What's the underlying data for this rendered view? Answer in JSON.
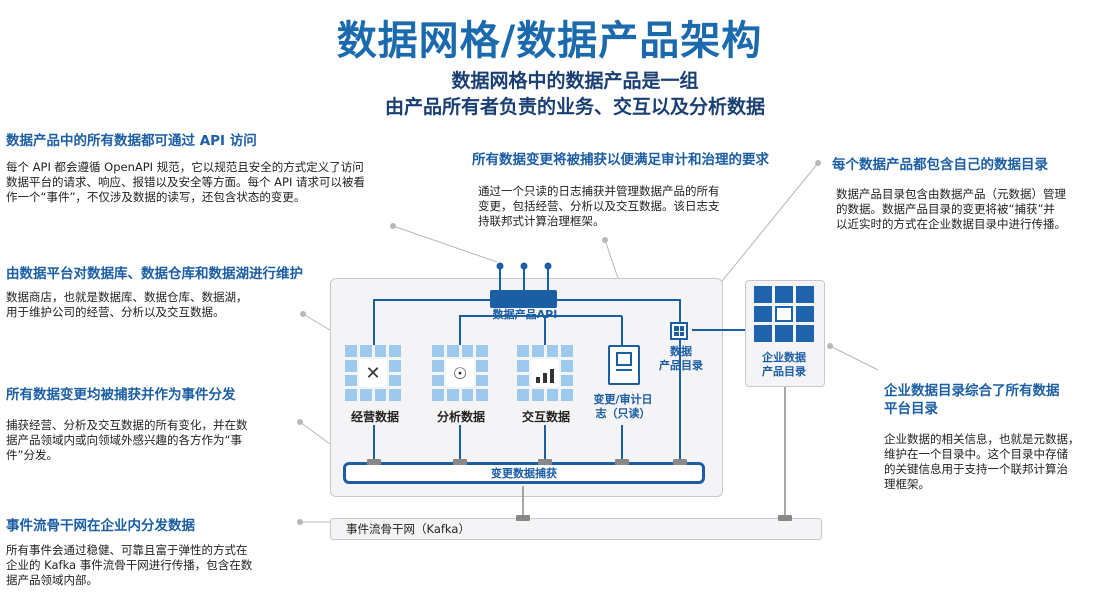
{
  "title": "数据网格/数据产品架构",
  "subtitle": [
    "数据网格中的数据产品是一组",
    "由产品所有者负责的业务、交互以及分析数据"
  ],
  "left": [
    {
      "heading": "数据产品中的所有数据都可通过 API 访问",
      "lines": [
        "每个 API 都会遵循 OpenAPI 规范，它以规范且安全的方式定义了访问",
        "数据平台的请求、响应、报错以及安全等方面。每个 API 请求可以被看",
        "作一个“事件”，不仅涉及数据的读写，还包含状态的变更。"
      ]
    },
    {
      "heading": "由数据平台对数据库、数据仓库和数据湖进行维护",
      "lines": [
        "数据商店，也就是数据库、数据仓库、数据湖，",
        "用于维护公司的经营、分析以及交互数据。"
      ]
    },
    {
      "heading": "所有数据变更均被捕获并作为事件分发",
      "lines": [
        "捕获经营、分析及交互数据的所有变化，并在数",
        "据产品领域内或向领域外感兴趣的各方作为“事",
        "件”分发。"
      ]
    },
    {
      "heading": "事件流骨干网在企业内分发数据",
      "lines": [
        "所有事件会通过稳健、可靠且富于弹性的方式在",
        "企业的 Kafka 事件流骨干网进行传播，包含在数",
        "据产品领域内部。"
      ]
    }
  ],
  "center": {
    "heading": "所有数据变更将被捕获以便满足审计和治理的要求",
    "lines": [
      "通过一个只读的日志捕获并管理数据产品的所有",
      "变更，包括经营、分析以及交互数据。该日志支",
      "持联邦式计算治理框架。"
    ]
  },
  "right": [
    {
      "heading": "每个数据产品都包含自己的数据目录",
      "lines": [
        "数据产品目录包含由数据产品（元数据）管理",
        "的数据。数据产品目录的变更将被“捕获”并",
        "以近实时的方式在企业数据目录中进行传播。"
      ]
    },
    {
      "heading": "企业数据目录综合了所有数据平台目录",
      "heading_lines": [
        "企业数据目录综合了所有数据",
        "平台目录"
      ],
      "lines": [
        "企业数据的相关信息，也就是元数据，",
        "维护在一个目录中。这个目录中存储",
        "的关键信息用于支持一个联邦计算治",
        "理框架。"
      ]
    }
  ],
  "diagram": {
    "api_label": "数据产品API",
    "stores": [
      "经营数据",
      "分析数据",
      "交互数据"
    ],
    "audit_label": [
      "变更/审计日",
      "志（只读）"
    ],
    "product_catalog": [
      "数据",
      "产品目录"
    ],
    "enterprise_catalog": [
      "企业数据",
      "产品目录"
    ],
    "cdc_label": "变更数据捕获",
    "backbone_label": "事件流骨干网（Kafka）"
  },
  "colors": {
    "title": "#1b6aad",
    "accent": "#1b5ea3",
    "tile": "#9fc8ee",
    "dark_tile": "#1f63ad"
  }
}
